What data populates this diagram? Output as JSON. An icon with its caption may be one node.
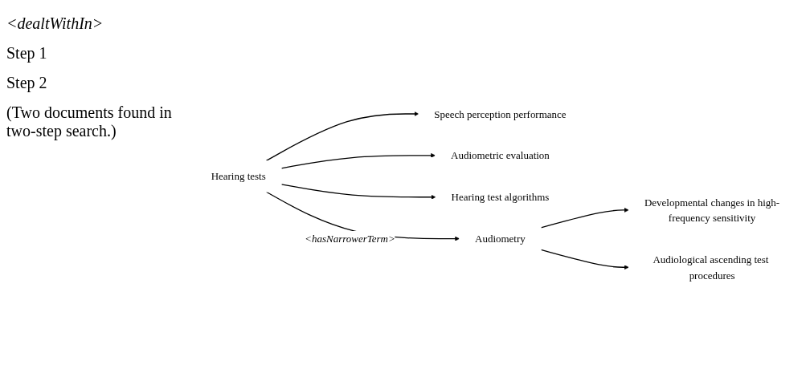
{
  "diagram": {
    "nodes": [
      {
        "text": [
          "Hearing tests"
        ]
      },
      {
        "text": [
          "Speech perception performance"
        ]
      },
      {
        "text": [
          "Audiometric evaluation"
        ]
      },
      {
        "text": [
          "Hearing test algorithms"
        ]
      },
      {
        "text": [
          "Audiometry"
        ]
      },
      {
        "text": [
          "Developmental changes in high-frequency sensitivity"
        ]
      },
      {
        "text": [
          "Audiological ascending test procedures"
        ]
      }
    ],
    "edges": [
      {
        "from": 0,
        "to": 1,
        "arrow": "to"
      },
      {
        "from": 0,
        "to": 2,
        "arrow": "to"
      },
      {
        "from": 0,
        "to": 3,
        "arrow": "to"
      },
      {
        "from": 0,
        "to": 4,
        "label": "<hasNarrowerTerm>",
        "arrow": "to"
      },
      {
        "from": 4,
        "to": 5,
        "arrow": "to"
      },
      {
        "from": 4,
        "to": 6,
        "arrow": "to"
      }
    ],
    "labels": [
      "<dealtWithIn>",
      "Step 1",
      "Step 2",
      "(Two documents found in two-step search.)"
    ]
  }
}
